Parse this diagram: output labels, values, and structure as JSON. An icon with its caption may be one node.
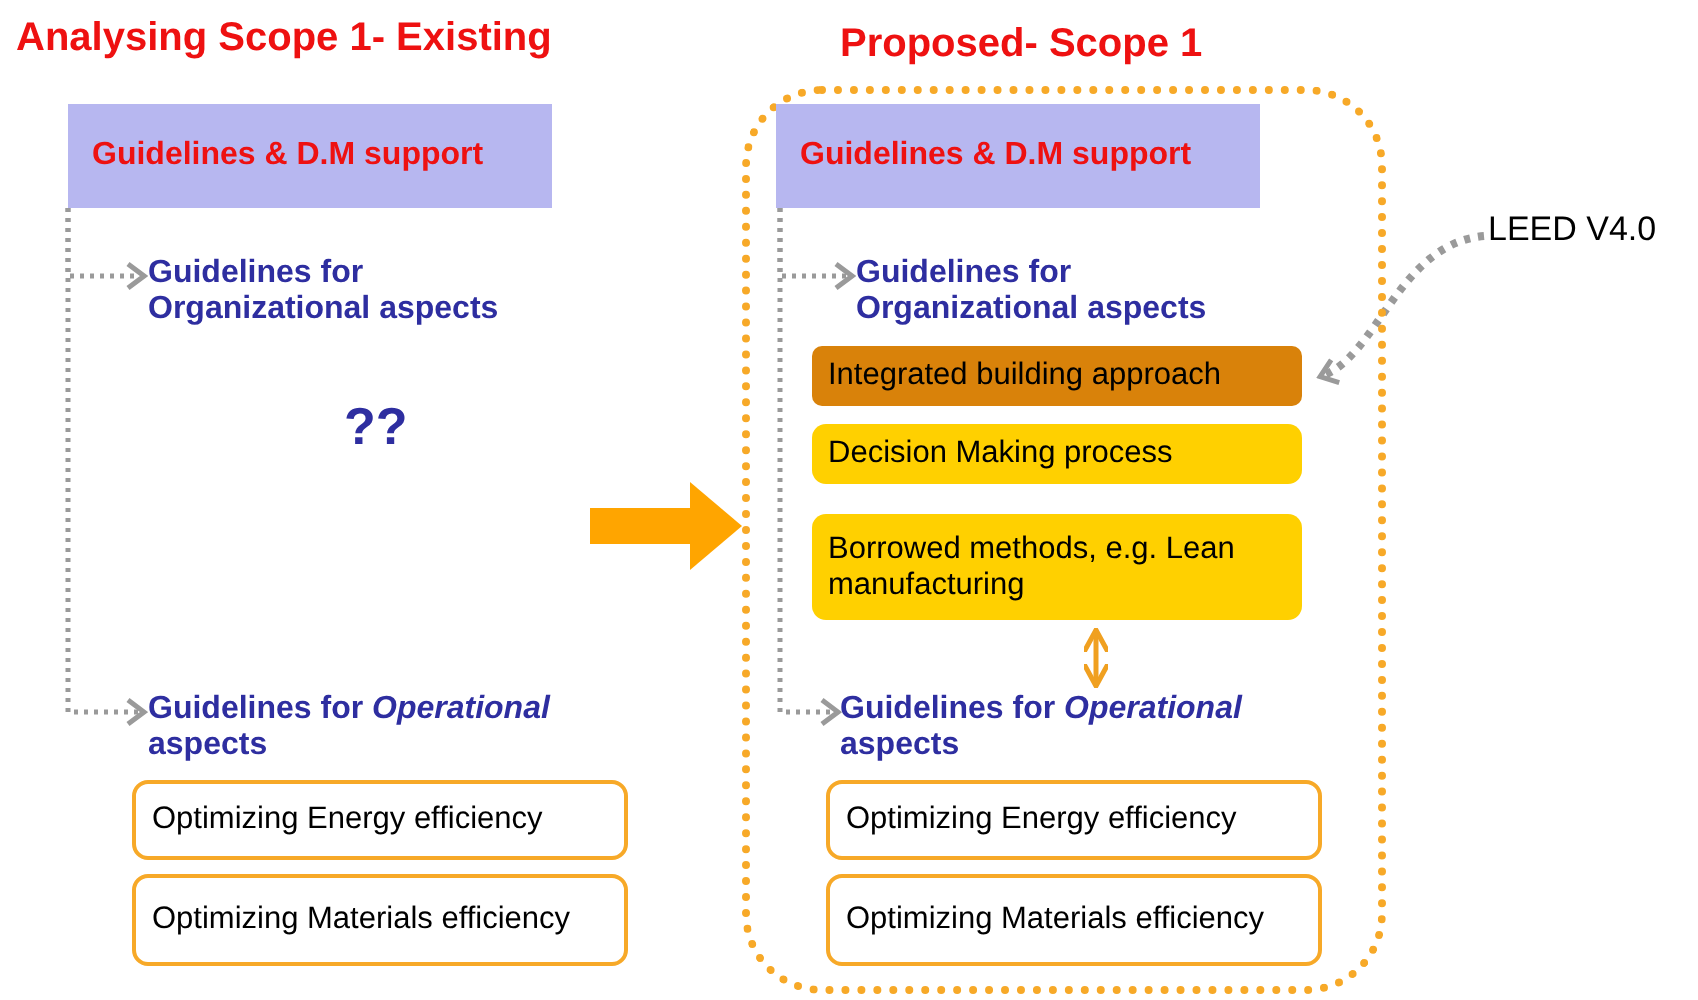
{
  "diagram": {
    "nodes": [
      {
        "text": [
          "Guidelines & D.M support"
        ]
      },
      {
        "text": [
          "Guidelines for Organizational aspects"
        ]
      },
      {
        "text": [
          "Guidelines for *Operational* aspects"
        ]
      },
      {
        "text": [
          "Optimizing Energy efficiency"
        ]
      },
      {
        "text": [
          "Optimizing Materials efficiency"
        ]
      },
      {
        "text": [
          "Proposed- Scope 1"
        ]
      },
      {
        "text": [
          "Guidelines & D.M support"
        ],
        "in": 5
      },
      {
        "text": [
          "Guidelines for Organizational aspects"
        ],
        "in": 5
      },
      {
        "text": [
          "Integrated building approach"
        ],
        "in": 5
      },
      {
        "text": [
          "Decision Making process"
        ],
        "in": 5
      },
      {
        "text": [
          "Borrowed methods, e.g. Lean manufacturing"
        ],
        "in": 5
      },
      {
        "text": [
          "Guidelines for *Operational* aspects"
        ],
        "in": 5
      },
      {
        "text": [
          "Optimizing Energy efficiency"
        ],
        "in": 5
      },
      {
        "text": [
          "Optimizing Materials efficiency"
        ],
        "in": 5
      },
      {
        "text": [
          "LEED V4.0"
        ]
      }
    ],
    "edges": [
      {
        "from": 0,
        "to": 1,
        "arrow": "to",
        "style": "dashed"
      },
      {
        "from": 0,
        "to": 2,
        "arrow": "to",
        "style": "dashed"
      },
      {
        "from": 6,
        "to": 7,
        "arrow": "to",
        "style": "dashed"
      },
      {
        "from": 6,
        "to": 11,
        "arrow": "to",
        "style": "dashed"
      },
      {
        "from": 14,
        "to": 8,
        "arrow": "to",
        "style": "dashed"
      },
      {
        "from": 10,
        "to": 11,
        "arrow": "both",
        "color": "#f0a020"
      },
      {
        "from": null,
        "to": 5,
        "arrow": "to",
        "style": "thick",
        "color": "#ffa500"
      }
    ],
    "labels": [
      "Analysing Scope 1- Existing",
      "??"
    ]
  }
}
